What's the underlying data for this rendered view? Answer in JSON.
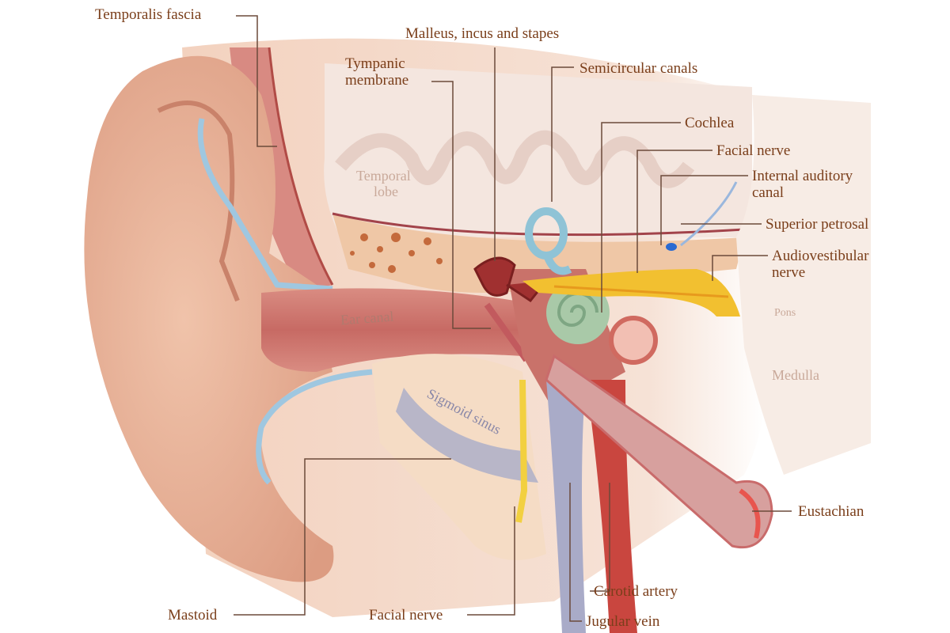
{
  "title": "Ear anatomy cross-section",
  "labels": {
    "temporalis_fascia": "Temporalis fascia",
    "ossicles": "Malleus, incus and stapes",
    "tympanic_1": "Tympanic",
    "tympanic_2": "membrane",
    "semicircular": "Semicircular canals",
    "cochlea": "Cochlea",
    "facial_nerve_top": "Facial nerve",
    "internal_auditory_1": "Internal auditory",
    "internal_auditory_2": "canal",
    "superior_petrosal": "Superior petrosal",
    "audiovestibular_1": "Audiovestibular",
    "audiovestibular_2": "nerve",
    "eustachian": "Eustachian",
    "carotid": "Carotid artery",
    "jugular": "Jugular vein",
    "facial_nerve_bottom": "Facial nerve",
    "mastoid": "Mastoid"
  },
  "inner_labels": {
    "temporal_lobe_1": "Temporal",
    "temporal_lobe_2": "lobe",
    "ear_canal": "Ear canal",
    "sigmoid_sinus": "Sigmoid sinus",
    "pons": "Pons",
    "medulla": "Medulla"
  },
  "colors": {
    "label": "#7a3e1a",
    "skin": "#e9b39a",
    "canal": "#c9706a",
    "cochlea": "#a9c9a8",
    "semicircular": "#8fc3d6",
    "nerve": "#f2c030",
    "artery": "#c9463f",
    "vein": "#9aa0c0"
  }
}
